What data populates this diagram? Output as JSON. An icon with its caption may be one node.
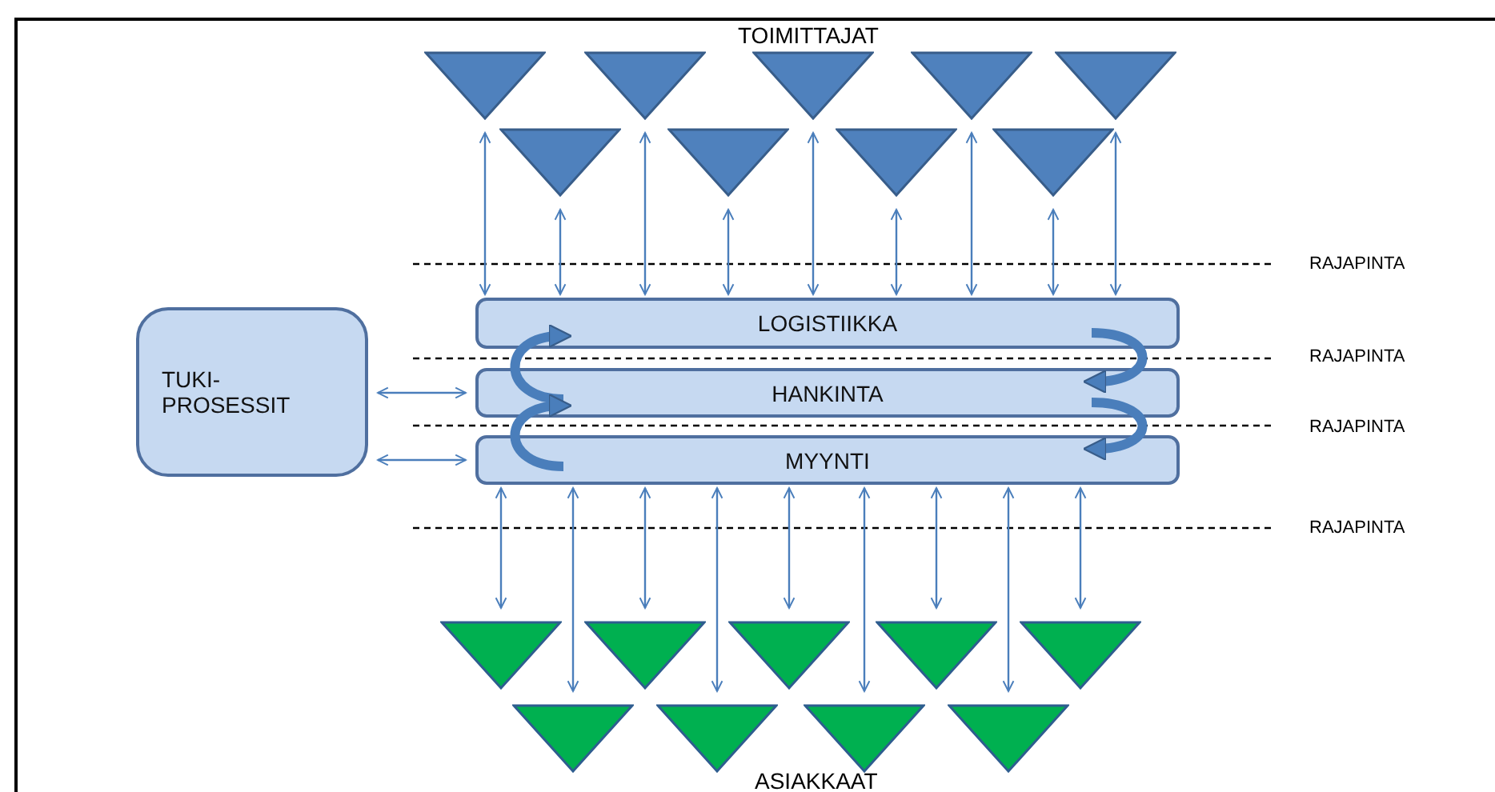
{
  "diagram": {
    "nodes": [
      {
        "text": [],
        "shape": "triangle"
      },
      {
        "text": [],
        "shape": "triangle"
      },
      {
        "text": [],
        "shape": "triangle"
      },
      {
        "text": [],
        "shape": "triangle"
      },
      {
        "text": [],
        "shape": "triangle"
      },
      {
        "text": [],
        "shape": "triangle"
      },
      {
        "text": [],
        "shape": "triangle"
      },
      {
        "text": [],
        "shape": "triangle"
      },
      {
        "text": [],
        "shape": "triangle"
      },
      {
        "text": [
          "LOGISTIIKKA"
        ]
      },
      {
        "text": [
          "HANKINTA"
        ]
      },
      {
        "text": [
          "MYYNTI"
        ]
      },
      {
        "text": [
          "TUKI- PROSESSIT"
        ]
      },
      {
        "text": [],
        "shape": "triangle"
      },
      {
        "text": [],
        "shape": "triangle"
      },
      {
        "text": [],
        "shape": "triangle"
      },
      {
        "text": [],
        "shape": "triangle"
      },
      {
        "text": [],
        "shape": "triangle"
      },
      {
        "text": [],
        "shape": "triangle"
      },
      {
        "text": [],
        "shape": "triangle"
      },
      {
        "text": [],
        "shape": "triangle"
      },
      {
        "text": [],
        "shape": "triangle"
      }
    ],
    "edges": [
      {
        "from": 0,
        "to": 9,
        "arrow": "both"
      },
      {
        "from": 5,
        "to": 9,
        "arrow": "both"
      },
      {
        "from": 1,
        "to": 9,
        "arrow": "both"
      },
      {
        "from": 6,
        "to": 9,
        "arrow": "both"
      },
      {
        "from": 2,
        "to": 9,
        "arrow": "both"
      },
      {
        "from": 7,
        "to": 9,
        "arrow": "both"
      },
      {
        "from": 3,
        "to": 9,
        "arrow": "both"
      },
      {
        "from": 8,
        "to": 9,
        "arrow": "both"
      },
      {
        "from": 4,
        "to": 9,
        "arrow": "both"
      },
      {
        "from": 12,
        "to": 10,
        "arrow": "both"
      },
      {
        "from": 12,
        "to": 11,
        "arrow": "both"
      },
      {
        "from": 10,
        "to": 9,
        "arrow": "to",
        "style": "thick"
      },
      {
        "from": 9,
        "to": 10,
        "arrow": "to",
        "style": "thick"
      },
      {
        "from": 11,
        "to": 10,
        "arrow": "to",
        "style": "thick"
      },
      {
        "from": 10,
        "to": 11,
        "arrow": "to",
        "style": "thick"
      },
      {
        "from": 11,
        "to": 13,
        "arrow": "both"
      },
      {
        "from": 11,
        "to": 18,
        "arrow": "both"
      },
      {
        "from": 11,
        "to": 14,
        "arrow": "both"
      },
      {
        "from": 11,
        "to": 19,
        "arrow": "both"
      },
      {
        "from": 11,
        "to": 15,
        "arrow": "both"
      },
      {
        "from": 11,
        "to": 20,
        "arrow": "both"
      },
      {
        "from": 11,
        "to": 16,
        "arrow": "both"
      },
      {
        "from": 11,
        "to": 21,
        "arrow": "both"
      },
      {
        "from": 11,
        "to": 17,
        "arrow": "both"
      }
    ],
    "labels": [
      "TOIMITTAJAT",
      "RAJAPINTA",
      "RAJAPINTA",
      "RAJAPINTA",
      "RAJAPINTA",
      "ASIAKKAAT"
    ]
  }
}
